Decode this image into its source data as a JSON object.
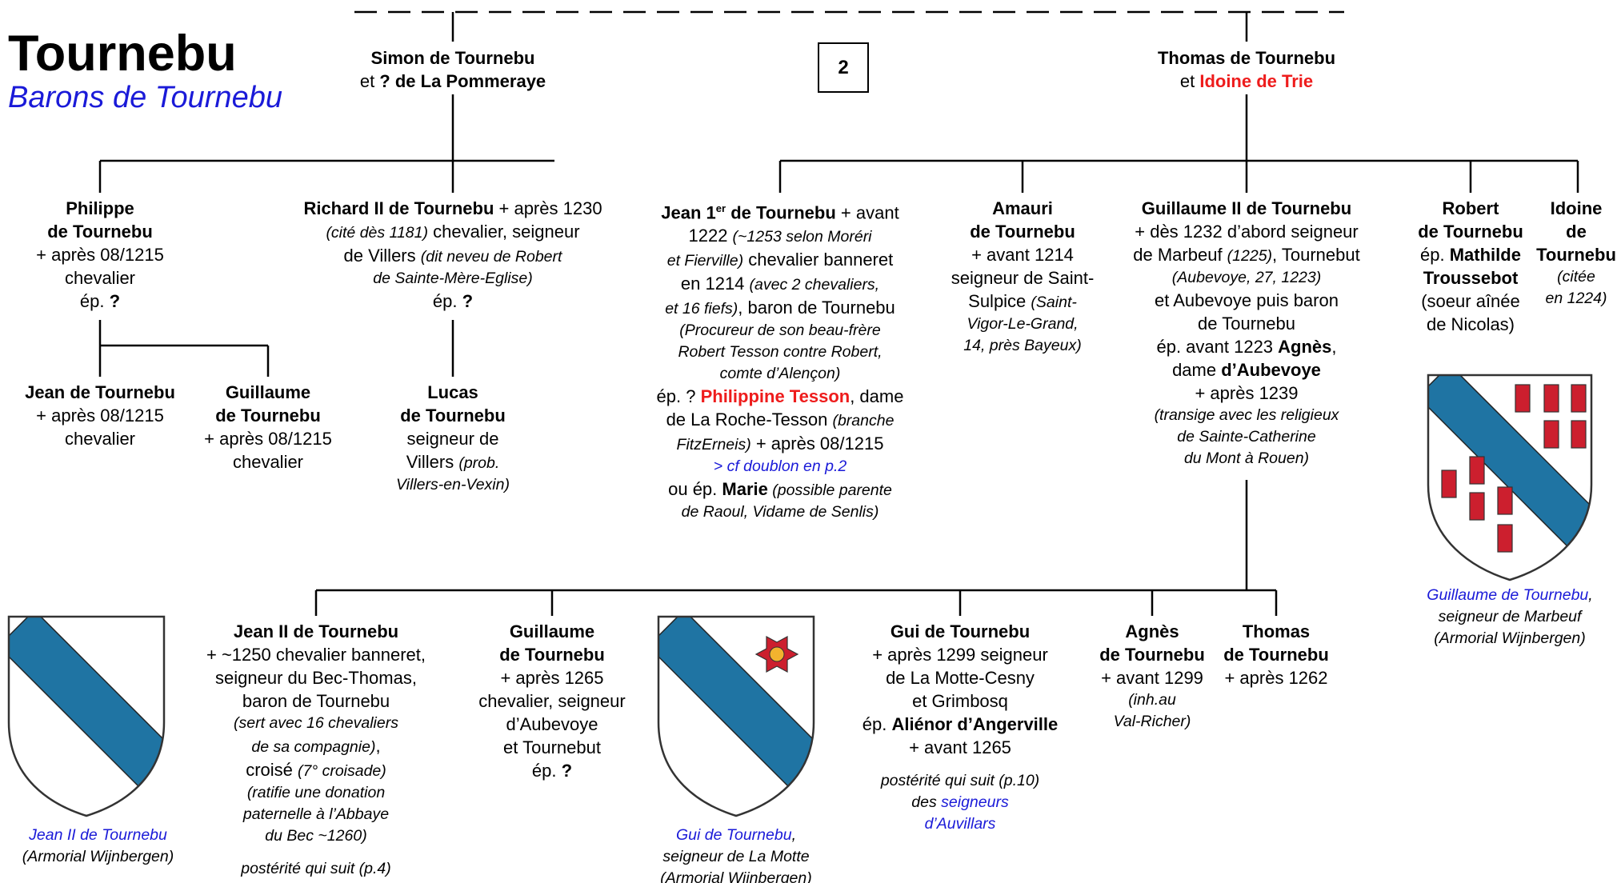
{
  "header": {
    "title": "Tournebu",
    "subtitle": "Barons de Tournebu",
    "page_number": "2"
  },
  "colors": {
    "shield_stripe": "#1f74a3",
    "shield_field": "#ffffff",
    "rustre": "#cc1f2e",
    "highlight_red": "#ee1c1c",
    "link_blue": "#1a1ad8"
  },
  "couple_simon": {
    "name": "Simon de Tournebu",
    "et": "et ",
    "spouse": "? de La Pommeraye"
  },
  "couple_thomas": {
    "name": "Thomas de Tournebu",
    "et": "et ",
    "spouse": "Idoine de Trie"
  },
  "philippe": {
    "l1": "Philippe",
    "l2": "de Tournebu",
    "l3": "+ après 08/1215",
    "l4": "chevalier",
    "l5a": "ép. ",
    "l5b": "?"
  },
  "richard": {
    "name": "Richard II de Tournebu",
    "l1b": " + après 1230",
    "l2a": "(cité dès 1181)",
    "l2b": " chevalier, seigneur",
    "l3a": "de Villers ",
    "l3b": "(dit neveu de Robert",
    "l4": "de Sainte-Mère-Eglise)",
    "l5a": "ép. ",
    "l5b": "?"
  },
  "jean_p": {
    "l1": "Jean de Tournebu",
    "l2": "+ après 08/1215",
    "l3": "chevalier"
  },
  "guillaume_p": {
    "l1": "Guillaume",
    "l2": "de Tournebu",
    "l3": "+ après 08/1215",
    "l4": "chevalier"
  },
  "lucas": {
    "l1": "Lucas",
    "l2": "de Tournebu",
    "l3": "seigneur de",
    "l4a": "Villers ",
    "l4b": "(prob.",
    "l5": "Villers-en-Vexin)"
  },
  "jean1": {
    "name_a": "Jean 1",
    "name_sup": "er",
    "name_b": " de Tournebu",
    "l1c": " + avant",
    "l2a": "1222 ",
    "l2b": "(~1253 selon Moréri",
    "l3a": "et Fierville)",
    "l3b": " chevalier banneret",
    "l4a": "en 1214 ",
    "l4b": "(avec 2 chevaliers,",
    "l5a": "et 16 fiefs)",
    "l5b": ", baron de Tournebu",
    "l6": "(Procureur de son beau-frère",
    "l7": "Robert Tesson contre Robert,",
    "l8": "comte d’Alençon)",
    "l9a": "ép. ? ",
    "l9b": "Philippine Tesson",
    "l9c": ", dame",
    "l10a": "de La Roche-Tesson ",
    "l10b": "(branche",
    "l11a": "FitzErneis)",
    "l11b": " + après 08/1215",
    "l12": "> cf doublon en p.2",
    "l13a": "ou ép. ",
    "l13b": "Marie",
    "l13c": " (possible parente",
    "l14": "de Raoul, Vidame de Senlis)"
  },
  "amauri": {
    "l1": "Amauri",
    "l2": "de Tournebu",
    "l3": "+ avant 1214",
    "l4": "seigneur de Saint-",
    "l5a": "Sulpice ",
    "l5b": "(Saint-",
    "l6": "Vigor-Le-Grand,",
    "l7": "14, près Bayeux)"
  },
  "guillaume2": {
    "l1": "Guillaume II de Tournebu",
    "l2": "+ dès 1232 d’abord seigneur",
    "l3a": "de Marbeuf ",
    "l3b": "(1225)",
    "l3c": ", Tournebut",
    "l4": "(Aubevoye, 27, 1223)",
    "l5": "et Aubevoye puis baron",
    "l6": "de Tournebu",
    "l7a": "ép. avant 1223 ",
    "l7b": "Agnès",
    "l7c": ",",
    "l8a": "dame ",
    "l8b": "d’Aubevoye",
    "l9": "+ après 1239",
    "l10": "(transige avec les religieux",
    "l11": "de Sainte-Catherine",
    "l12": "du Mont à Rouen)"
  },
  "robert": {
    "l1": "Robert",
    "l2": "de Tournebu",
    "l3a": "ép. ",
    "l3b": "Mathilde",
    "l4": "Troussebot",
    "l5": "(soeur aînée",
    "l6": "de Nicolas)"
  },
  "idoine": {
    "l1": "Idoine",
    "l2": "de",
    "l3": "Tournebu",
    "l4": "(citée",
    "l5": "en 1224)"
  },
  "jean2": {
    "l1": "Jean II de Tournebu",
    "l2": "+ ~1250 chevalier banneret,",
    "l3": "seigneur du Bec-Thomas,",
    "l4": "baron de Tournebu",
    "l5": "(sert avec 16 chevaliers",
    "l6": "de sa compagnie)",
    "l6b": ",",
    "l7a": "croisé ",
    "l7b": "(7° croisade)",
    "l8": "(ratifie une donation",
    "l9": "paternelle à l’Abbaye",
    "l10": "du Bec ~1260)",
    "l11": "postérité qui suit (p.4)"
  },
  "guillaume3": {
    "l1": "Guillaume",
    "l2": "de Tournebu",
    "l3": "+ après 1265",
    "l4": "chevalier, seigneur",
    "l5": "d’Aubevoye",
    "l6": "et Tournebut",
    "l7a": "ép. ",
    "l7b": "?"
  },
  "gui": {
    "l1": "Gui de Tournebu",
    "l2": "+ après 1299 seigneur",
    "l3": "de La Motte-Cesny",
    "l4": "et Grimbosq",
    "l5a": "ép. ",
    "l5b": "Aliénor d’Angerville",
    "l6": "+ avant 1265",
    "l7": "postérité qui suit (p.10)",
    "l8a": "des ",
    "l8b": "seigneurs",
    "l9": "d’Auvillars"
  },
  "agnes": {
    "l1": "Agnès",
    "l2": "de Tournebu",
    "l3": "+ avant 1299",
    "l4": "(inh.au",
    "l5": "Val-Richer)"
  },
  "thomas2": {
    "l1": "Thomas",
    "l2": "de Tournebu",
    "l3": "+ après 1262"
  },
  "captions": {
    "guillaume": {
      "l1": "Guillaume de Tournebu",
      "l1b": ",",
      "l2": "seigneur de Marbeuf",
      "l3": "(Armorial Wijnbergen)"
    },
    "jean2": {
      "l1": "Jean II de Tournebu",
      "l2": "(Armorial Wijnbergen)"
    },
    "gui": {
      "l1": "Gui de Tournebu",
      "l1b": ",",
      "l2": "seigneur de La Motte",
      "l3": "(Armorial Wijnbergen)"
    }
  }
}
